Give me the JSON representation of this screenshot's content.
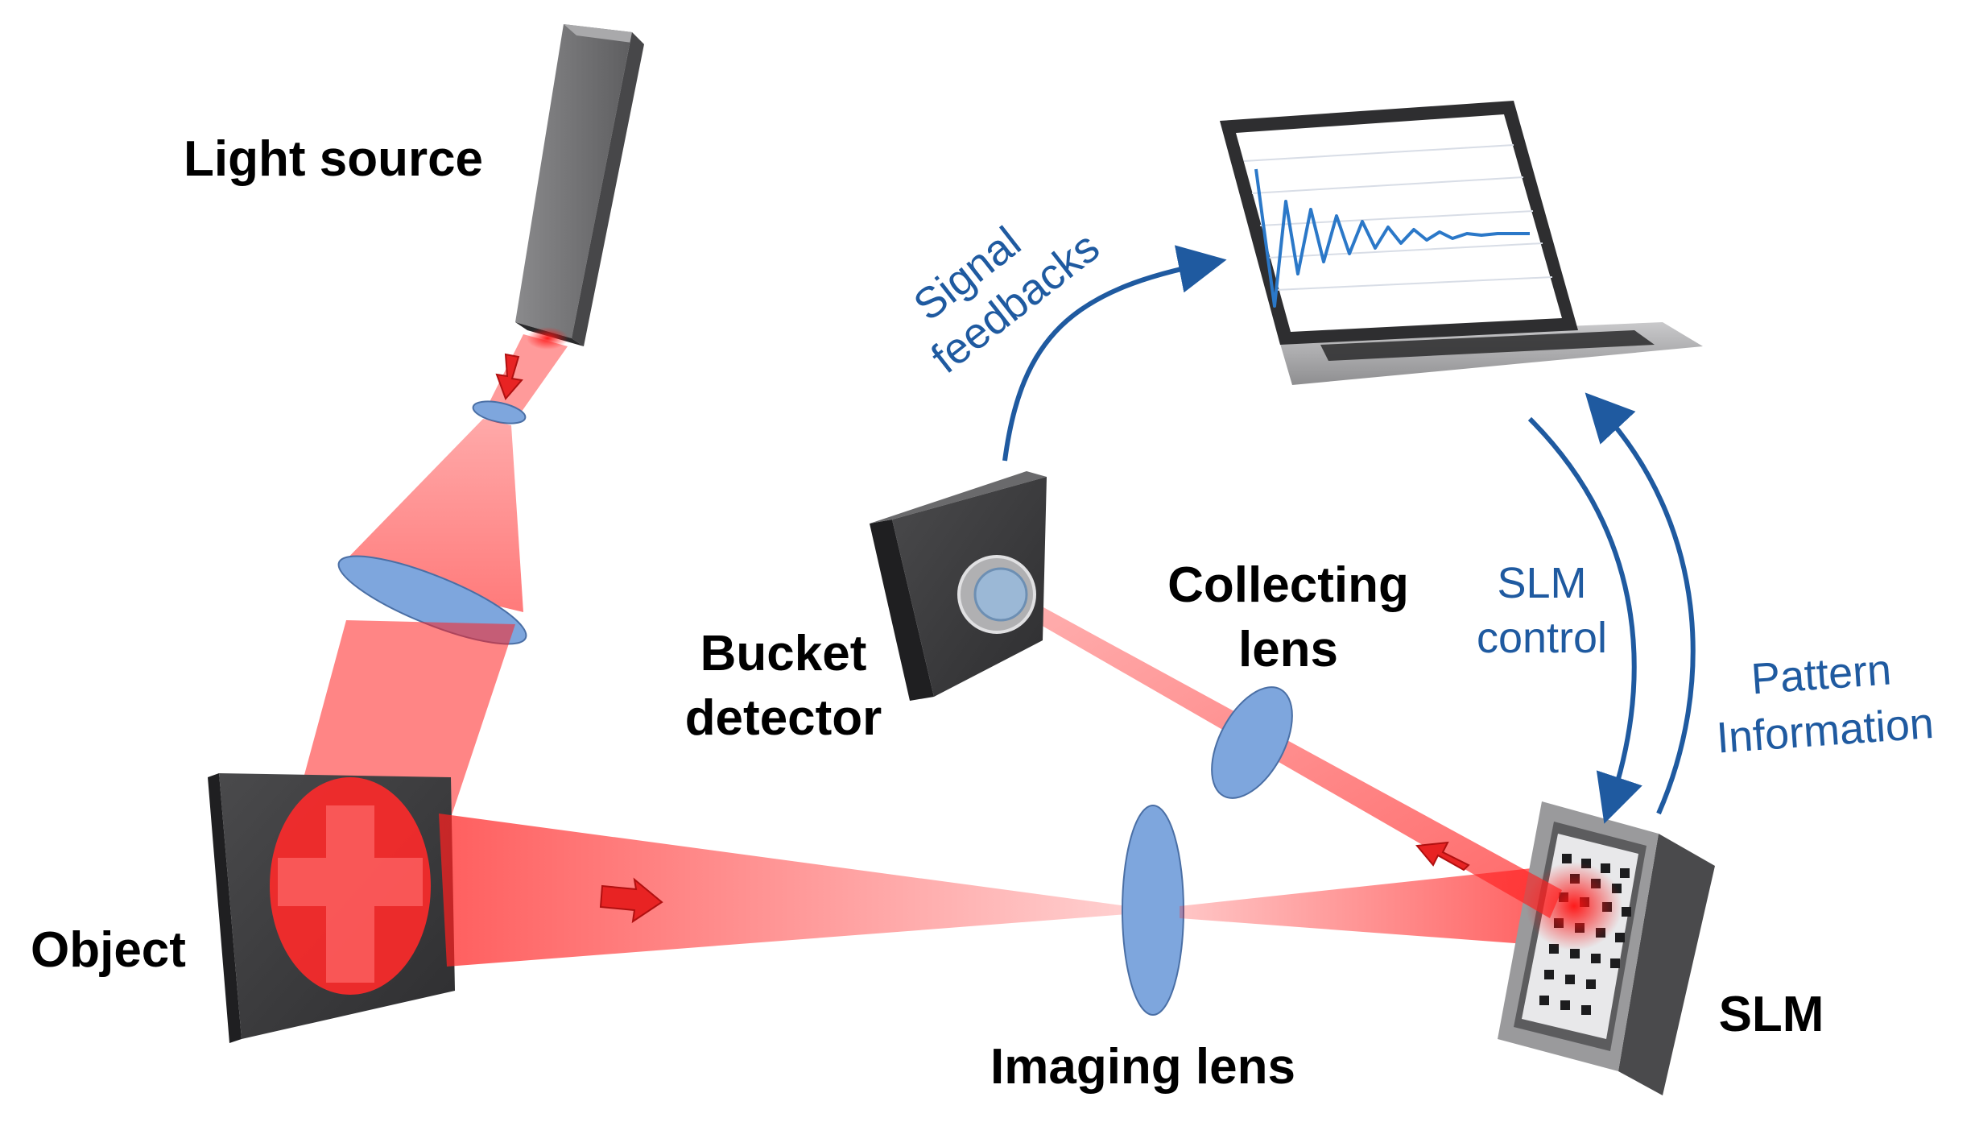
{
  "labels": {
    "light_source": "Light source",
    "object": "Object",
    "imaging_lens": "Imaging lens",
    "collecting_lens_line1": "Collecting",
    "collecting_lens_line2": "lens",
    "bucket_detector_line1": "Bucket",
    "bucket_detector_line2": "detector",
    "slm": "SLM",
    "signal_feedbacks_line1": "Signal",
    "signal_feedbacks_line2": "feedbacks",
    "slm_control_line1": "SLM",
    "slm_control_line2": "control",
    "pattern_information_line1": "Pattern",
    "pattern_information_line2": "Information"
  },
  "colors": {
    "beam_red": "#ff2020",
    "arrow_blue": "#1f5aa0",
    "lens_blue": "#7ea6dd",
    "device_dark": "#3c3c3e",
    "screen_plot": "#2b78c8"
  },
  "icons": {
    "light_source": "laser-icon",
    "computer": "laptop-icon",
    "detector": "bucket-detector-icon",
    "modulator": "slm-checkerboard-icon"
  }
}
